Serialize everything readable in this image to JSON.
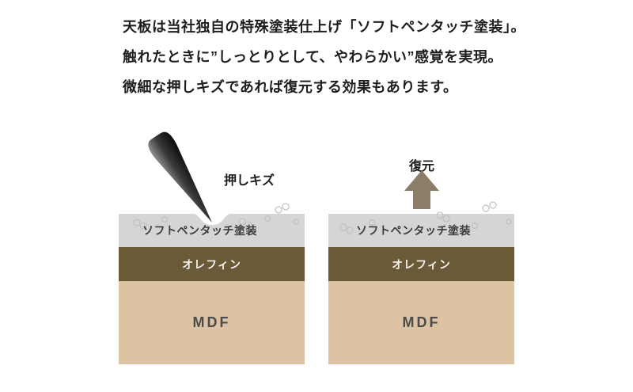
{
  "intro": {
    "line1": "天板は当社独自の特殊塗装仕上げ「ソフトペンタッチ塗装」。",
    "line2": "触れたときに”しっとりとして、やわらかい”感覚を実現。",
    "line3": "微細な押しキズであれば復元する効果もあります。"
  },
  "left_diagram": {
    "annotation": "押しキズ",
    "coating_label": "ソフトペンタッチ塗装",
    "olefin_label": "オレフィン",
    "mdf_label": "MDF"
  },
  "right_diagram": {
    "annotation": "復元",
    "coating_label": "ソフトペンタッチ塗装",
    "olefin_label": "オレフィン",
    "mdf_label": "MDF"
  },
  "colors": {
    "coating_gray": "#d5d5d5",
    "bubble_stroke": "#c2c2c2",
    "olefin_brown": "#6b5a38",
    "mdf_beige": "#ddc3a4",
    "arrow_brown": "#8b7d67",
    "pen_dark": "#111111",
    "text_dark": "#1e1e1e"
  }
}
